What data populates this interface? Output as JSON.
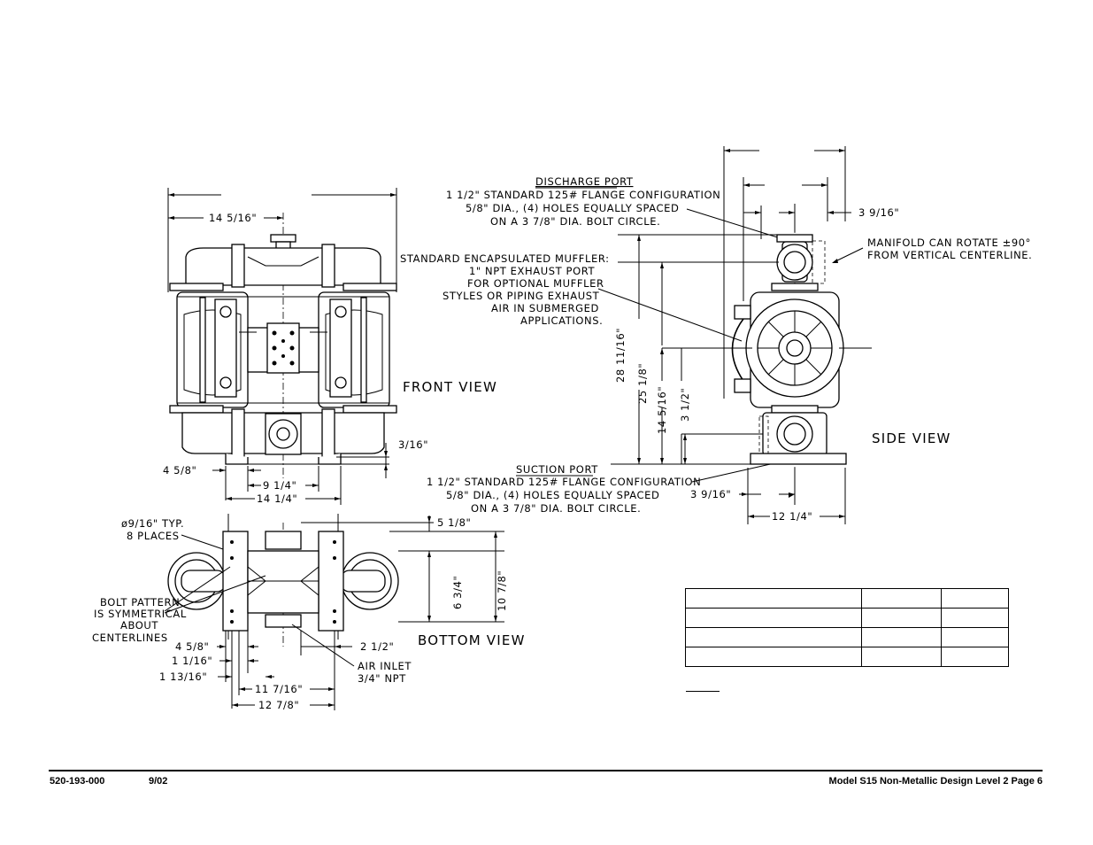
{
  "views": {
    "front": "FRONT VIEW",
    "side": "SIDE VIEW",
    "bottom": "BOTTOM VIEW"
  },
  "discharge_port": {
    "title": "DISCHARGE PORT",
    "lines": [
      "1 1/2\" STANDARD 125# FLANGE CONFIGURATION",
      "5/8\" DIA., (4) HOLES EQUALLY SPACED",
      "ON A 3 7/8\" DIA. BOLT CIRCLE."
    ]
  },
  "suction_port": {
    "title": "SUCTION PORT",
    "lines": [
      "1 1/2\" STANDARD 125# FLANGE CONFIGURATION",
      "5/8\" DIA., (4) HOLES EQUALLY SPACED",
      "ON A 3 7/8\" DIA. BOLT CIRCLE."
    ]
  },
  "muffler_note": [
    "STANDARD ENCAPSULATED MUFFLER:",
    "1\" NPT EXHAUST PORT",
    "FOR OPTIONAL MUFFLER",
    "STYLES OR PIPING EXHAUST",
    "AIR IN SUBMERGED",
    "APPLICATIONS."
  ],
  "manifold_note": [
    "MANIFOLD CAN ROTATE ±90°",
    "FROM VERTICAL CENTERLINE."
  ],
  "bolt_note": [
    "BOLT PATTERN",
    "IS SYMMETRICAL",
    "ABOUT",
    "CENTERLINES"
  ],
  "hole_note": [
    "ø9/16\" TYP.",
    "8 PLACES"
  ],
  "air_inlet": [
    "AIR INLET",
    "3/4\" NPT"
  ],
  "dims": {
    "front_top": "14 5/16\"",
    "front_base": "3/16\"",
    "front_left": "4 5/8\"",
    "front_9": "9 1/4\"",
    "front_14": "14 1/4\"",
    "side_top": "3 9/16\"",
    "side_bottom": "3 9/16\"",
    "side_width": "12 1/4\"",
    "side_h1": "28 11/16\"",
    "side_h2": "25 1/8\"",
    "side_h3": "14 5/16\"",
    "side_h4": "3 1/2\"",
    "bot_5": "5 1/8\"",
    "bot_6": "6 3/4\"",
    "bot_10": "10 7/8\"",
    "bot_4": "4 5/8\"",
    "bot_1a": "1 1/16\"",
    "bot_1b": "1 13/16\"",
    "bot_2": "2 1/2\"",
    "bot_11": "11 7/16\"",
    "bot_12": "12 7/8\""
  },
  "footer": {
    "doc_number": "520-193-000",
    "date": "9/02",
    "title": "Model S15 Non-Metallic Design Level 2 Page 6"
  }
}
